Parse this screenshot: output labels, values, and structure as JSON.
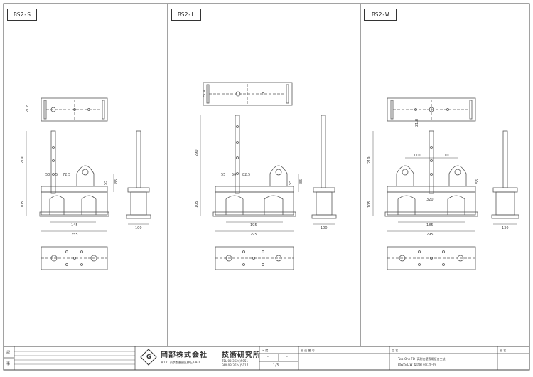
{
  "panels": [
    {
      "label": "BS2-S"
    },
    {
      "label": "BS2-L"
    },
    {
      "label": "BS2-W"
    }
  ],
  "dims": {
    "s": {
      "plate": "21.8",
      "height": "219",
      "base": "105",
      "a": "50",
      "b": "5",
      "c": "72.5",
      "d": "55",
      "e": "85",
      "f": "145",
      "g": "255",
      "side": "100"
    },
    "l": {
      "plate": "25.4",
      "height": "290",
      "base": "105",
      "a": "55",
      "b": "50",
      "c": "82.5",
      "d": "55",
      "e": "85",
      "f": "195",
      "g": "295",
      "side": "100"
    },
    "w": {
      "plate": "21.8",
      "height": "219",
      "base": "105",
      "a": "110",
      "b": "110",
      "c": "55",
      "e": "320",
      "f": "185",
      "g": "295",
      "side": "130"
    }
  },
  "title_block": {
    "left_col": [
      "記",
      "事"
    ],
    "company": "岡部株式会社",
    "address": "〒131 東京都墨田区押上2-8-2",
    "dept": "技術研究所",
    "tel": "TEL 03(3624)5051",
    "fax": "FAX 03(3624)5117",
    "headers": [
      "尺 度",
      "図 面 番 号",
      "品 名",
      "図 名"
    ],
    "scale_values": [
      "-",
      "-"
    ],
    "sheet_no": "1/3",
    "product_line1": "Two-One FD- 高耐力壁専用接合工法",
    "product_line2": "BS2-S,L,W 製品図 ver.20-09",
    "logo_letter": "G"
  }
}
